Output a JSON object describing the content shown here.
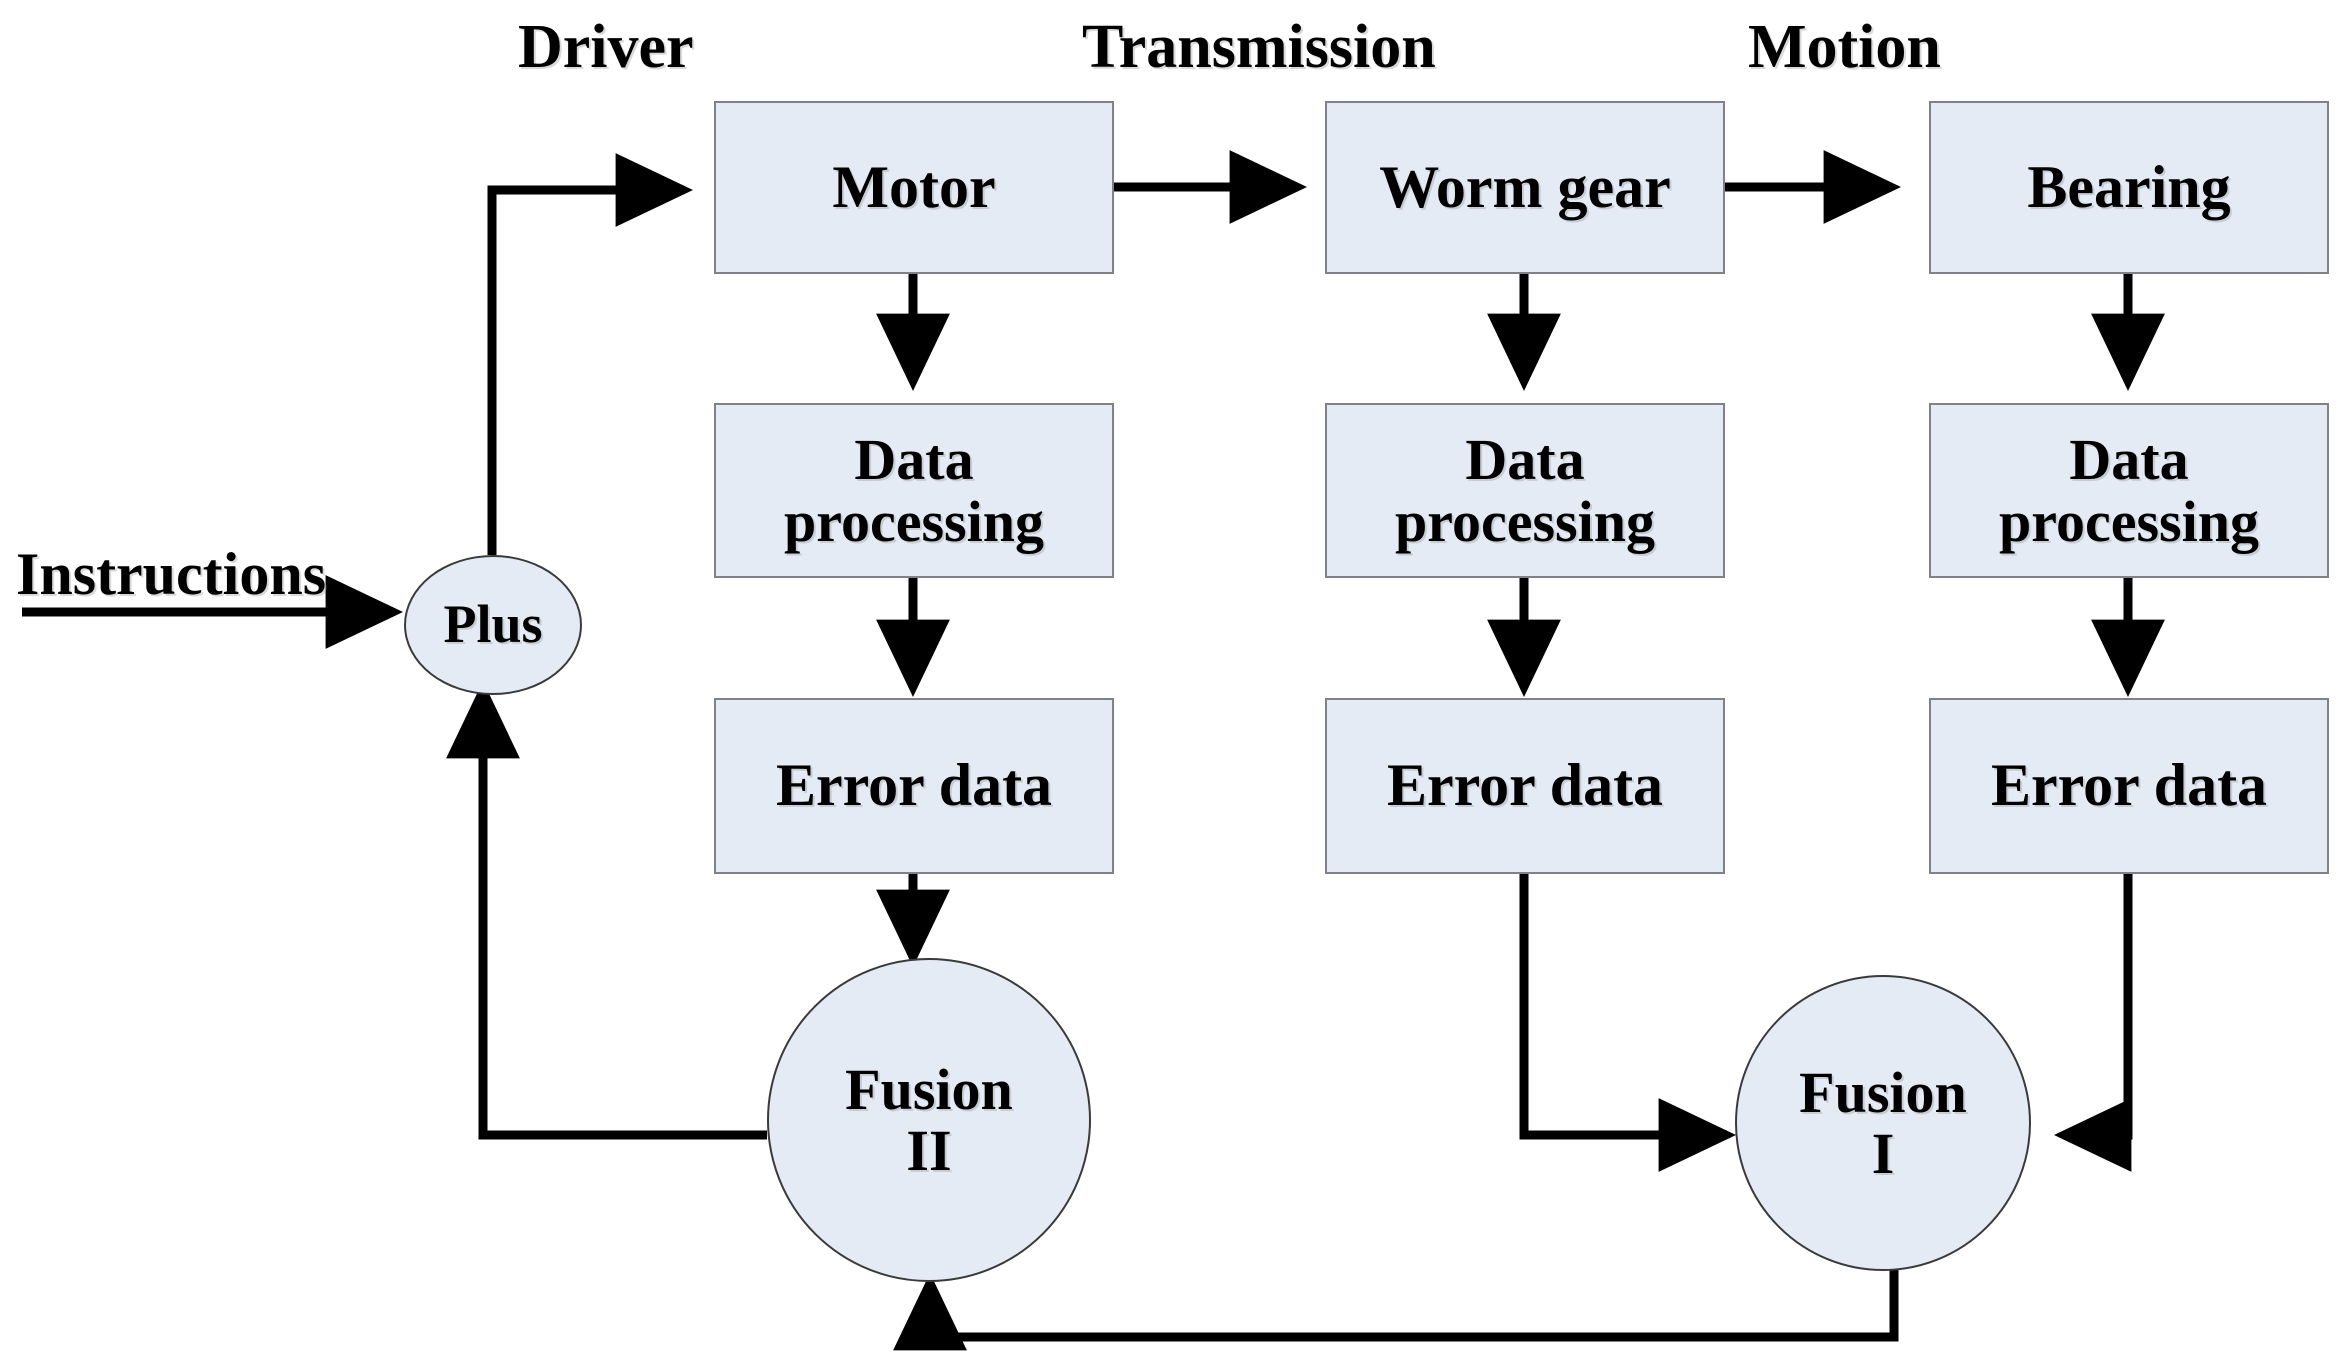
{
  "diagram": {
    "title": "Hierarchical error-fusion feedback control block diagram",
    "background": "#ffffff",
    "box_fill": "#e4ebf5",
    "box_stroke": "#808287",
    "circle_stroke": "#3a3a3a",
    "wire_color": "#000000"
  },
  "group_labels": [
    {
      "id": "driver",
      "text": "Driver"
    },
    {
      "id": "transmission",
      "text": "Transmission"
    },
    {
      "id": "motion",
      "text": "Motion"
    }
  ],
  "inputs": [
    {
      "id": "instructions",
      "text": "Instructions"
    }
  ],
  "nodes": {
    "plus": {
      "label": "Plus",
      "shape": "ellipse"
    },
    "motor": {
      "label": "Motor",
      "shape": "rect"
    },
    "worm_gear": {
      "label": "Worm gear",
      "shape": "rect"
    },
    "bearing": {
      "label": "Bearing",
      "shape": "rect"
    },
    "dp_driver": {
      "label_line1": "Data",
      "label_line2": "processing",
      "shape": "rect"
    },
    "dp_trans": {
      "label_line1": "Data",
      "label_line2": "processing",
      "shape": "rect"
    },
    "dp_motion": {
      "label_line1": "Data",
      "label_line2": "processing",
      "shape": "rect"
    },
    "err_driver": {
      "label": "Error data",
      "shape": "rect"
    },
    "err_trans": {
      "label": "Error data",
      "shape": "rect"
    },
    "err_motion": {
      "label": "Error data",
      "shape": "rect"
    },
    "fusion_two": {
      "label_line1": "Fusion",
      "label_line2": "II",
      "shape": "circle"
    },
    "fusion_one": {
      "label_line1": "Fusion",
      "label_line2": "I",
      "shape": "circle"
    }
  },
  "edges": [
    {
      "id": "instructions-to-plus",
      "from": "Instructions",
      "to": "Plus"
    },
    {
      "id": "plus-to-motor",
      "from": "Plus",
      "to": "Motor"
    },
    {
      "id": "motor-to-wormgear",
      "from": "Motor",
      "to": "Worm gear"
    },
    {
      "id": "wormgear-to-bearing",
      "from": "Worm gear",
      "to": "Bearing"
    },
    {
      "id": "motor-to-dp",
      "from": "Motor",
      "to": "Data processing"
    },
    {
      "id": "wormgear-to-dp",
      "from": "Worm gear",
      "to": "Data processing"
    },
    {
      "id": "bearing-to-dp",
      "from": "Bearing",
      "to": "Data processing"
    },
    {
      "id": "dp-to-err-driver",
      "from": "Data processing",
      "to": "Error data"
    },
    {
      "id": "dp-to-err-trans",
      "from": "Data processing",
      "to": "Error data"
    },
    {
      "id": "dp-to-err-motion",
      "from": "Data processing",
      "to": "Error data"
    },
    {
      "id": "err-driver-to-fusion2",
      "from": "Error data",
      "to": "Fusion II"
    },
    {
      "id": "err-trans-to-fusion1",
      "from": "Error data",
      "to": "Fusion I"
    },
    {
      "id": "err-motion-to-fusion1",
      "from": "Error data",
      "to": "Fusion I"
    },
    {
      "id": "fusion1-to-fusion2",
      "from": "Fusion I",
      "to": "Fusion II"
    },
    {
      "id": "fusion2-to-plus",
      "from": "Fusion II",
      "to": "Plus"
    }
  ]
}
